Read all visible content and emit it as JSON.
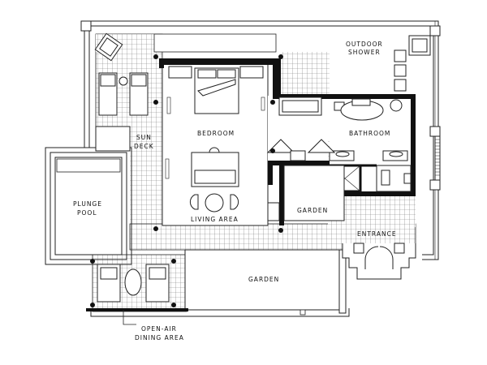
{
  "labels": {
    "outdoor_shower_1": "OUTDOOR",
    "outdoor_shower_2": "SHOWER",
    "bedroom": "BEDROOM",
    "sun_deck_1": "SUN",
    "sun_deck_2": "DECK",
    "bathroom": "BATHROOM",
    "plunge_pool_1": "PLUNGE",
    "plunge_pool_2": "POOL",
    "living_area": "LIVING AREA",
    "garden_inner": "GARDEN",
    "entrance": "ENTRANCE",
    "garden_main": "GARDEN",
    "dining_1": "OPEN-AIR",
    "dining_2": "DINING AREA"
  }
}
